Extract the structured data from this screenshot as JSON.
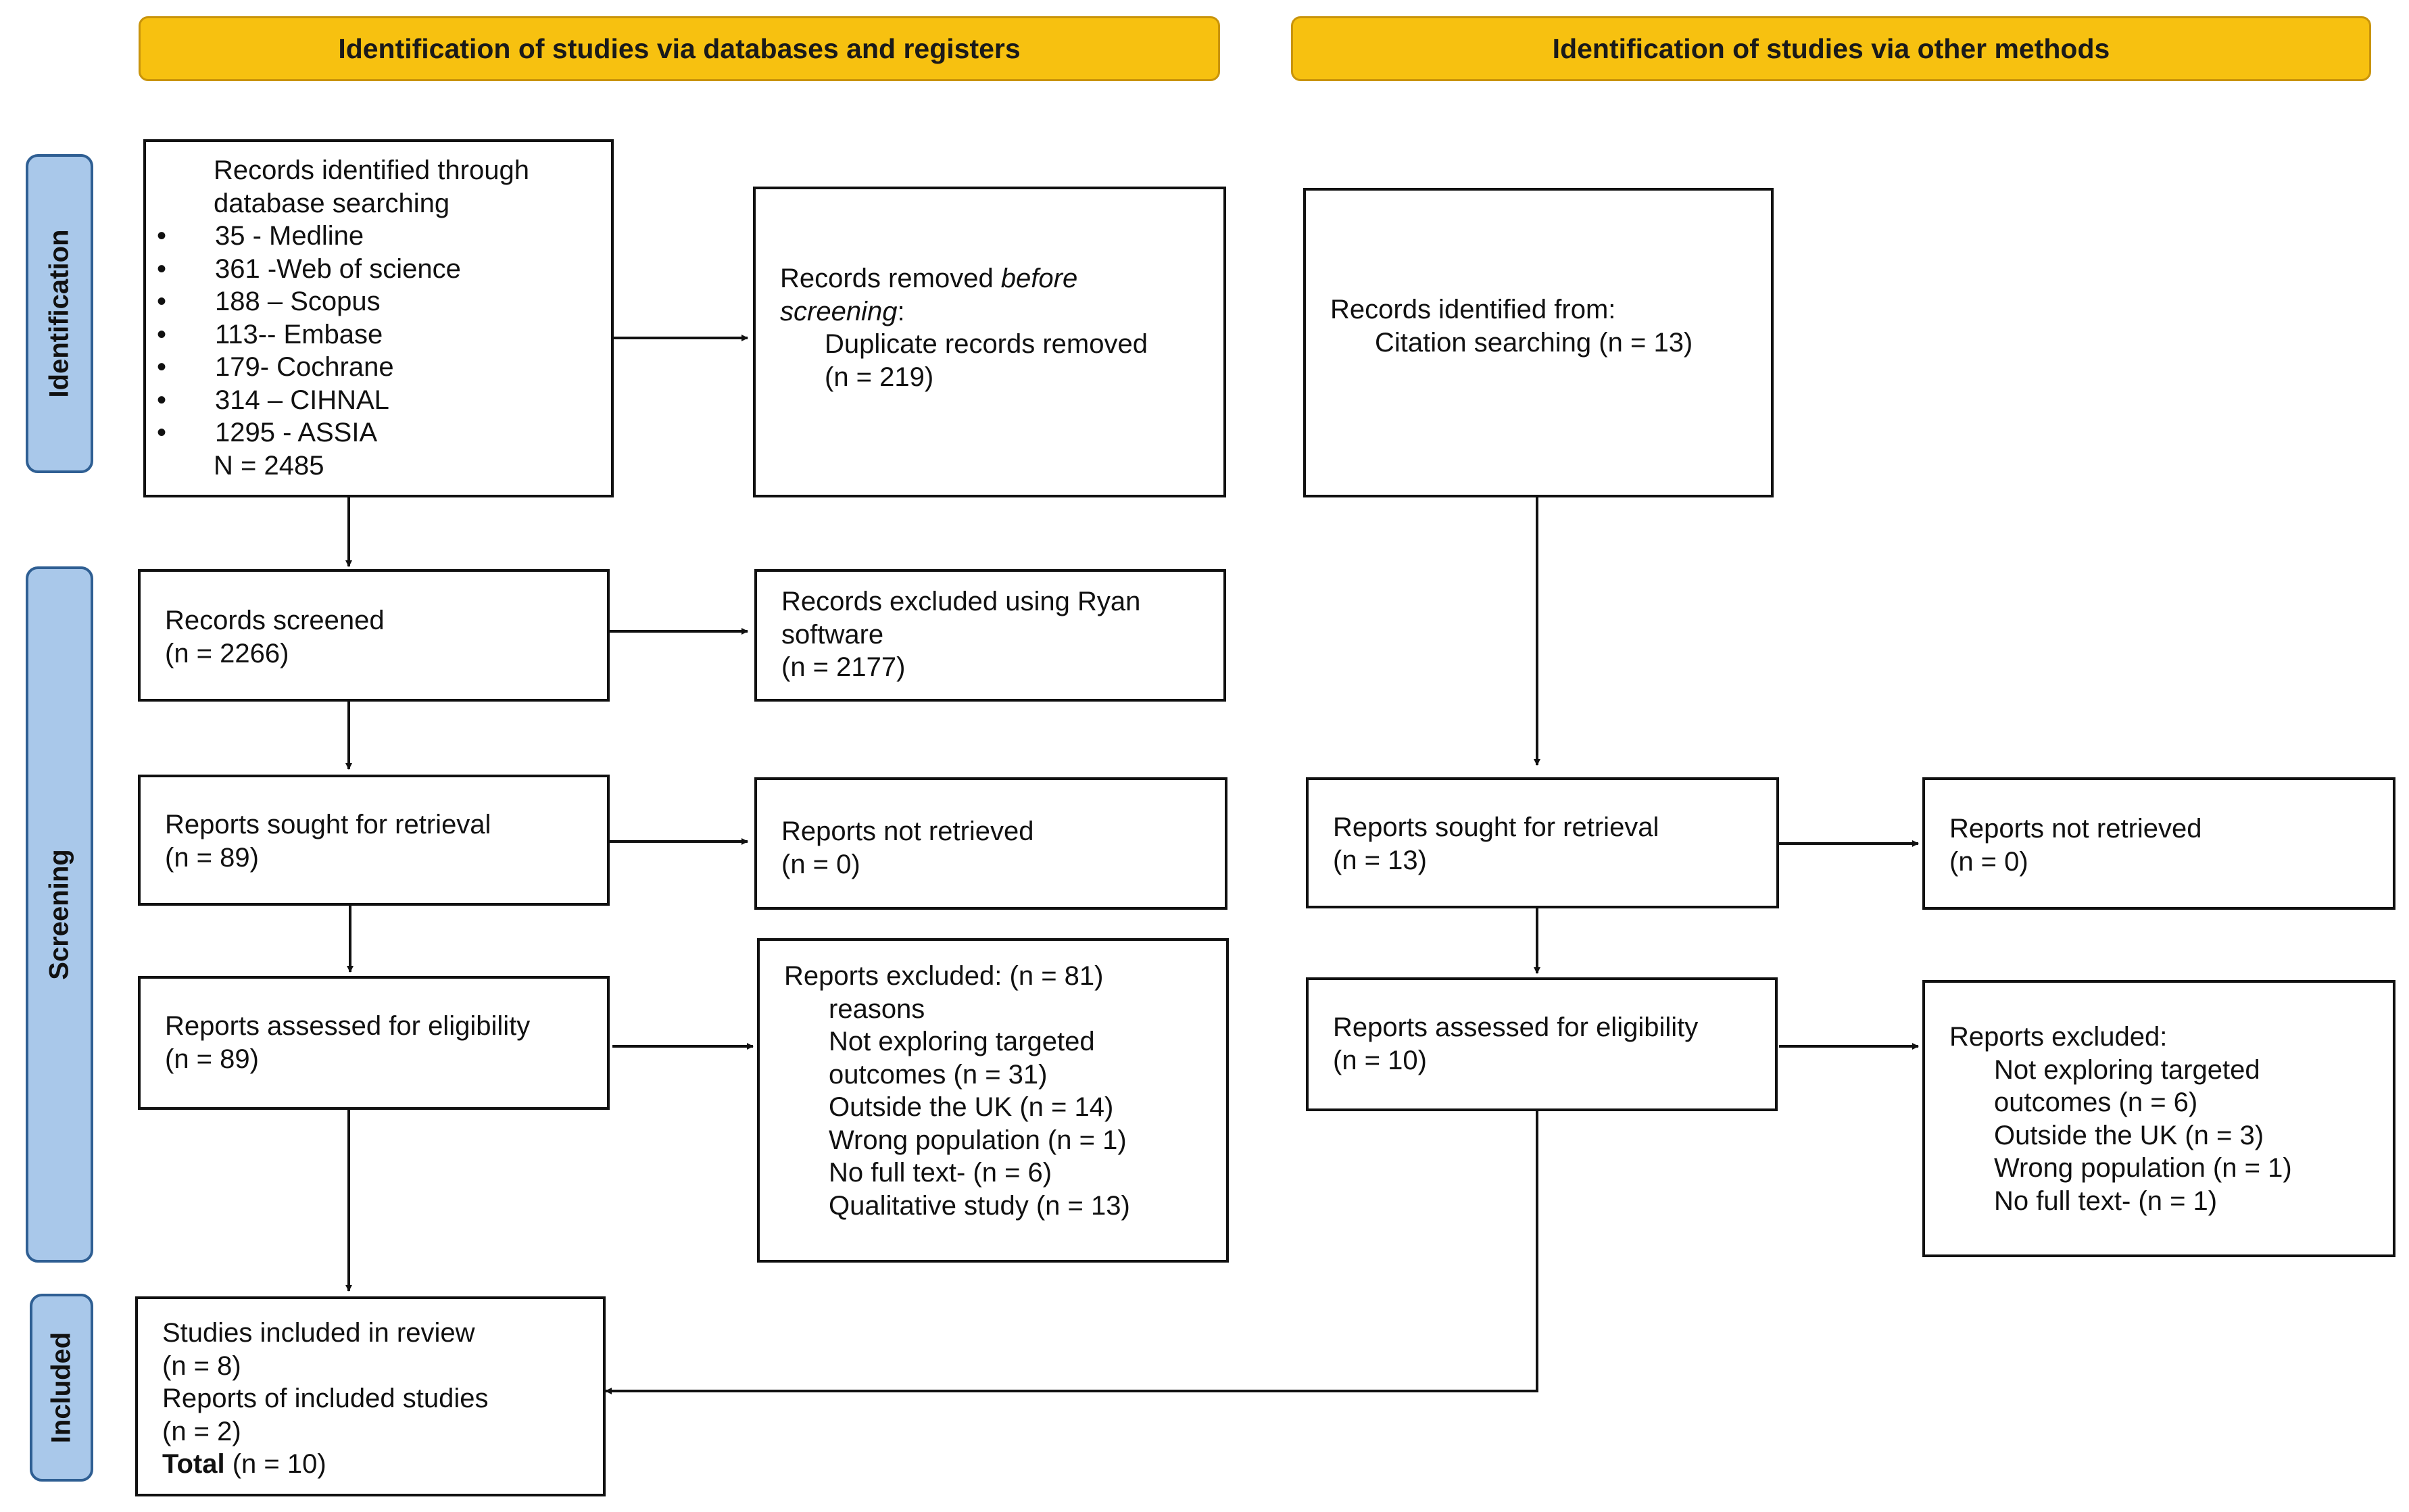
{
  "headers": {
    "databases": "Identification of studies via databases and registers",
    "other": "Identification of studies via other methods"
  },
  "stages": {
    "identification": "Identification",
    "screening": "Screening",
    "included": "Included"
  },
  "identified": {
    "title_1": "Records identified through",
    "title_2": "database searching",
    "sources": [
      {
        "bullet": "•",
        "text": "35 - Medline"
      },
      {
        "bullet": "•",
        "text": "361 -Web of science"
      },
      {
        "bullet": "•",
        "text": "188 – Scopus"
      },
      {
        "bullet": "•",
        "text": "113-- Embase"
      },
      {
        "bullet": "•",
        "text": "179- Cochrane"
      },
      {
        "bullet": "•",
        "text": "314 – CIHNAL"
      },
      {
        "bullet": "•",
        "text": "1295 - ASSIA"
      }
    ],
    "total": "N = 2485"
  },
  "removed": {
    "line1": "Records removed ",
    "line1_em": "before",
    "line2_em": "screening",
    "line2_tail": ":",
    "line3": "Duplicate records removed",
    "line4": "(n = 219)"
  },
  "other_identified": {
    "line1": "Records identified from:",
    "line2": "Citation searching (n = 13)"
  },
  "screened": {
    "line1": "Records screened",
    "line2": "(n = 2266)"
  },
  "excluded_ryan": {
    "line1": "Records excluded using Ryan",
    "line2": "software",
    "line3": "(n = 2177)"
  },
  "sought_db": {
    "line1": "Reports sought for retrieval",
    "line2": "(n = 89)"
  },
  "not_retrieved_db": {
    "line1": "Reports not retrieved",
    "line2": "(n = 0)"
  },
  "sought_other": {
    "line1": "Reports sought for retrieval",
    "line2": "(n = 13)"
  },
  "not_retrieved_other": {
    "line1": "Reports not retrieved",
    "line2": "(n = 0)"
  },
  "assessed_db": {
    "line1": "Reports assessed for eligibility",
    "line2": "(n = 89)"
  },
  "excluded_db": {
    "line1": "Reports excluded: (n = 81)",
    "reasons": [
      "reasons",
      "Not exploring targeted",
      "outcomes (n = 31)",
      "Outside the UK (n = 14)",
      "Wrong population (n = 1)",
      "No full text- (n = 6)",
      "Qualitative study (n = 13)"
    ]
  },
  "assessed_other": {
    "line1": "Reports assessed for eligibility",
    "line2": "(n = 10)"
  },
  "excluded_other": {
    "line1": "Reports excluded:",
    "reasons": [
      "Not exploring targeted",
      "outcomes (n = 6)",
      "Outside the UK (n = 3)",
      "Wrong population (n = 1)",
      "No full text- (n = 1)"
    ]
  },
  "included": {
    "line1": "Studies included in review",
    "line2": "(n = 8)",
    "line3": "Reports of included studies",
    "line4": "(n = 2)",
    "total_label": "Total",
    "total_value": " (n = 10)"
  },
  "colors": {
    "header_fill": "#F7C110",
    "stage_fill": "#A9C8EA",
    "stage_border": "#2F5F93",
    "box_border": "#111111"
  }
}
